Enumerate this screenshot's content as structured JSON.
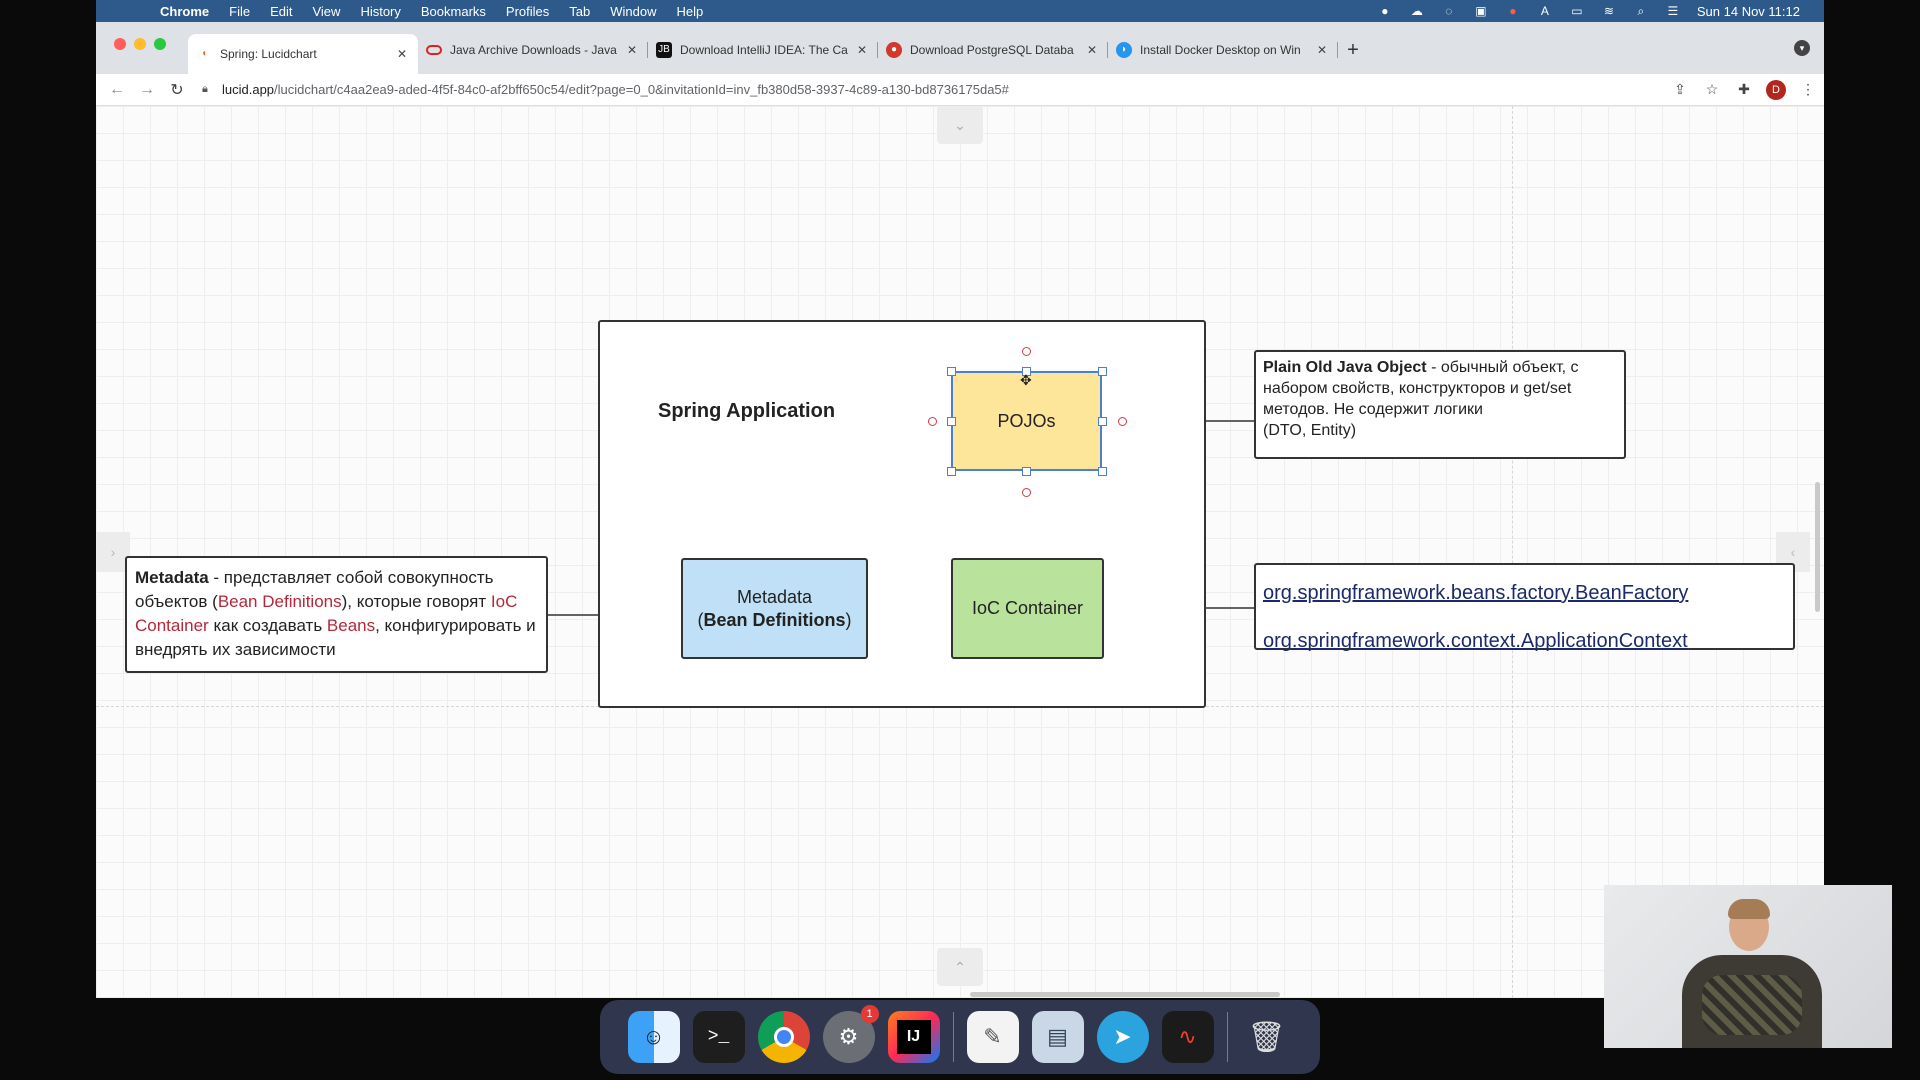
{
  "menubar": {
    "app_name": "Chrome",
    "menus": [
      "File",
      "Edit",
      "View",
      "History",
      "Bookmarks",
      "Profiles",
      "Tab",
      "Window",
      "Help"
    ],
    "clock": "Sun 14 Nov  11:12"
  },
  "browser": {
    "tabs": [
      {
        "title": "Spring: Lucidchart",
        "favicon": "lucidchart-icon",
        "active": true
      },
      {
        "title": "Java Archive Downloads - Java",
        "favicon": "oracle-icon",
        "active": false
      },
      {
        "title": "Download IntelliJ IDEA: The Ca",
        "favicon": "jetbrains-icon",
        "active": false
      },
      {
        "title": "Download PostgreSQL Databa",
        "favicon": "postgres-icon",
        "active": false
      },
      {
        "title": "Install Docker Desktop on Win",
        "favicon": "docker-icon",
        "active": false
      }
    ],
    "url_host": "lucid.app",
    "url_path": "/lucidchart/c4aa2ea9-aded-4f5f-84c0-af2bff650c54/edit?page=0_0&invitationId=inv_fb380d58-3937-4c89-a130-bd8736175da5#",
    "profile_initial": "D"
  },
  "diagram": {
    "container_title": "Spring Application",
    "pojo_label": "POJOs",
    "metadata_label_line1": "Metadata",
    "metadata_label_line2_open": "(",
    "metadata_label_line2_bold": "Bean Definitions",
    "metadata_label_line2_close": ")",
    "ioc_label": "IoC Container",
    "pojo_note": {
      "bold": "Plain Old Java Object",
      "text": " - обычный объект, с набором свойств, конструкторов и get/set методов. Не содержит логики",
      "line2": "(DTO, Entity)"
    },
    "metadata_note": {
      "bold": "Metadata",
      "t1": " - представляет собой совокупность объектов (",
      "r1": "Bean Definitions",
      "t2": "), которые говорят ",
      "r2": "IoC Container",
      "t3": " как создавать ",
      "r3": "Beans",
      "t4": ", конфигурировать и внедрять их зависимости"
    },
    "links": [
      "org.springframework.beans.factory.BeanFactory",
      "org.springframework.context.ApplicationContext"
    ]
  },
  "dock": {
    "items": [
      "finder-icon",
      "terminal-icon",
      "chrome-icon",
      "system-preferences-icon",
      "intellij-icon",
      "textedit-icon",
      "preview-icon",
      "telegram-icon",
      "voice-memos-icon",
      "trash-icon"
    ],
    "system_preferences_badge": "1"
  },
  "colors": {
    "pojo_fill": "#fde69a",
    "metadata_fill": "#bfe0f6",
    "ioc_fill": "#b9e39c",
    "highlight_red": "#b4283a",
    "selection_blue": "#4a7fd6"
  }
}
